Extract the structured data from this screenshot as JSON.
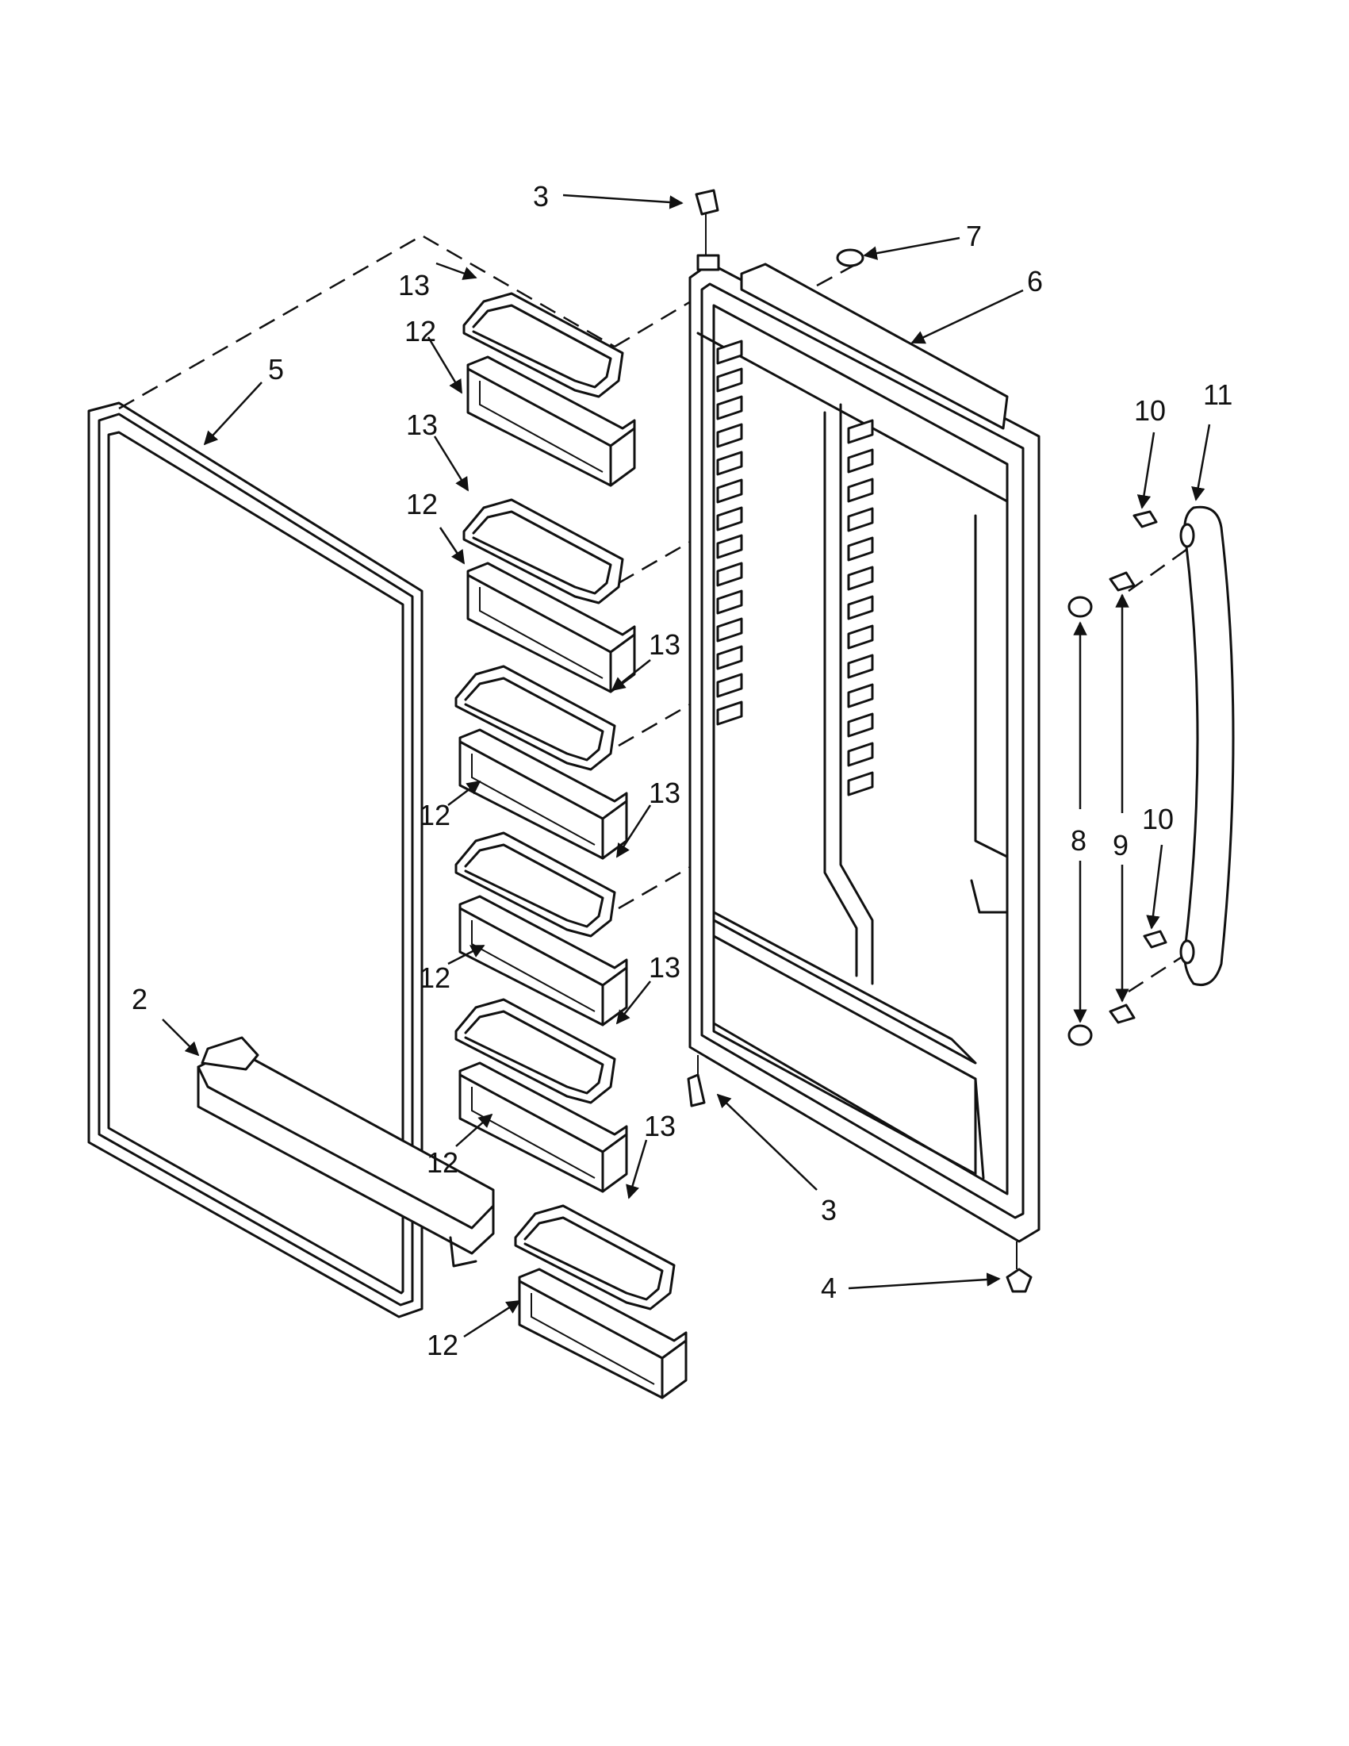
{
  "diagram": {
    "callouts": [
      {
        "id": "c3-top",
        "label": "3"
      },
      {
        "id": "c7",
        "label": "7"
      },
      {
        "id": "c6",
        "label": "6"
      },
      {
        "id": "c13-a",
        "label": "13"
      },
      {
        "id": "c12-a",
        "label": "12"
      },
      {
        "id": "c5",
        "label": "5"
      },
      {
        "id": "c13-b",
        "label": "13"
      },
      {
        "id": "c12-b",
        "label": "12"
      },
      {
        "id": "c13-c",
        "label": "13"
      },
      {
        "id": "c12-c",
        "label": "12"
      },
      {
        "id": "c13-d",
        "label": "13"
      },
      {
        "id": "c12-d",
        "label": "12"
      },
      {
        "id": "c13-e",
        "label": "13"
      },
      {
        "id": "c12-e",
        "label": "12"
      },
      {
        "id": "c13-f",
        "label": "13"
      },
      {
        "id": "c12-f",
        "label": "12"
      },
      {
        "id": "c2",
        "label": "2"
      },
      {
        "id": "c3-bottom",
        "label": "3"
      },
      {
        "id": "c4",
        "label": "4"
      },
      {
        "id": "c10-a",
        "label": "10"
      },
      {
        "id": "c11",
        "label": "11"
      },
      {
        "id": "c8",
        "label": "8"
      },
      {
        "id": "c9",
        "label": "9"
      },
      {
        "id": "c10-b",
        "label": "10"
      }
    ]
  }
}
